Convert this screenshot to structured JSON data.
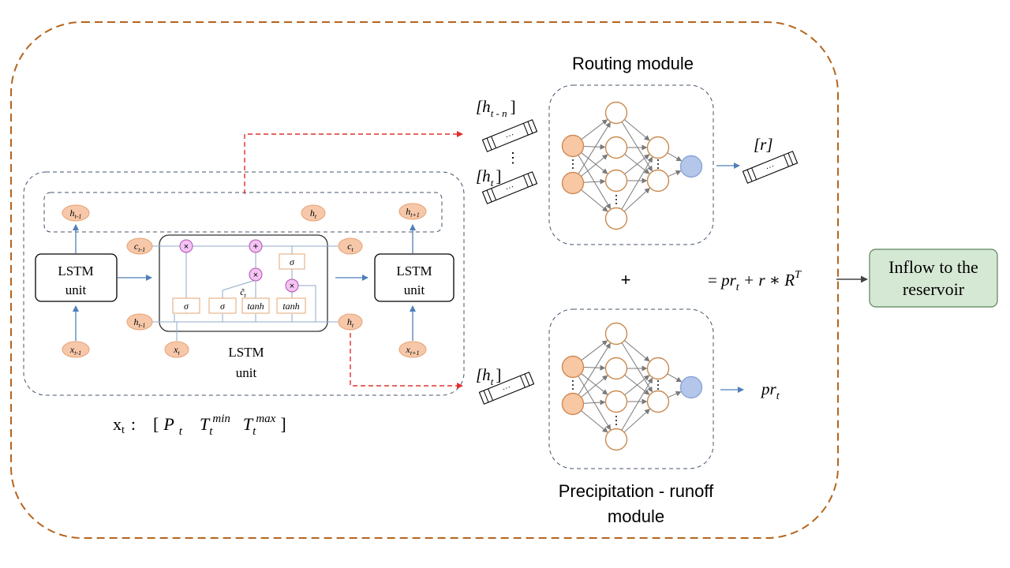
{
  "lstm": {
    "left_unit": [
      "LSTM",
      "unit"
    ],
    "right_unit": [
      "LSTM",
      "unit"
    ],
    "center_caption": [
      "LSTM",
      "unit"
    ],
    "nodes": {
      "h_prev": "h",
      "h_prev_sub": "t-1",
      "h_curr": "h",
      "h_curr_sub": "t",
      "h_next": "h",
      "h_next_sub": "t+1",
      "c_prev": "c",
      "c_prev_sub": "t-1",
      "c_curr": "c",
      "c_curr_sub": "t",
      "h_in_prev": "h",
      "h_in_prev_sub": "t-1",
      "h_out": "h",
      "h_out_sub": "t",
      "x_prev": "x",
      "x_prev_sub": "t-1",
      "x_curr": "x",
      "x_curr_sub": "t",
      "x_next": "x",
      "x_next_sub": "t+1"
    },
    "gates": [
      "σ",
      "σ",
      "tanh",
      "tanh"
    ],
    "sigma_top": "σ",
    "ops": {
      "mult": "×",
      "add": "+"
    },
    "c_tilde": "c̃",
    "c_tilde_sub": "t"
  },
  "input_formula": {
    "x": "x",
    "x_sub": "t",
    "colon": ":",
    "open": "[",
    "P": "P",
    "P_sub": "t",
    "Tmin": "T",
    "Tmin_sub": "t",
    "Tmin_sup": "min",
    "Tmax": "T",
    "Tmax_sub": "t",
    "Tmax_sup": "max",
    "close": "]"
  },
  "routing": {
    "title": "Routing module",
    "in_top": "[h",
    "in_top_sub": "t - n",
    "in_top_close": "]",
    "in_bottom": "[h",
    "in_bottom_sub": "t",
    "in_bottom_close": "]",
    "vdots": "⋮",
    "output": "[r]"
  },
  "runoff": {
    "title_line1": "Precipitation - runoff",
    "title_line2": "module",
    "input": "[h",
    "input_sub": "t",
    "input_close": "]",
    "output": "pr",
    "output_sub": "t"
  },
  "combine": {
    "plus": "+",
    "eq": "= ",
    "pr": "pr",
    "pr_sub": "t",
    "rest": " + r ∗ R",
    "sup": "T"
  },
  "result": {
    "line1": "Inflow to the",
    "line2": "reservoir"
  },
  "colors": {
    "outer_border": "#b5651d",
    "input_node": "#f8c8a4",
    "output_node": "#b4c7ea",
    "result_box": "#d5e8d4",
    "lstm_link": "#e03030"
  }
}
